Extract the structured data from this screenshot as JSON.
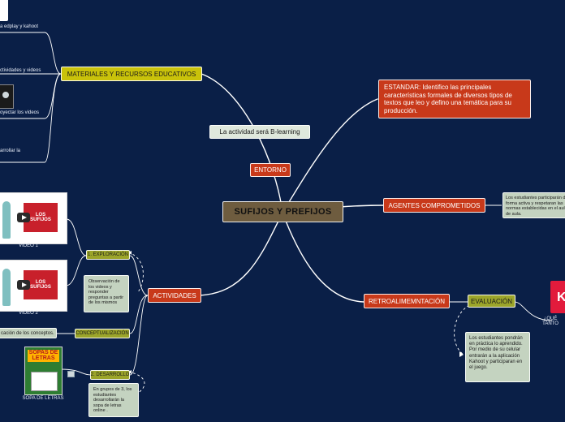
{
  "central": "SUFIJOS Y PREFIJOS",
  "nodes": {
    "materiales": "MATERIALES Y RECURSOS EDUCATIVOS",
    "actividad_blearning": "La actividad será B-learning",
    "entorno": "ENTORNO",
    "estandar": "ESTANDAR: Identifico las principales características formales de diversos tipos de textos que leo y defino una temática para su producción.",
    "agentes": "AGENTES COMPROMETIDOS",
    "agentes_note": "Los estudiantes participarán de forma activa y respetaran las normas establecidas en el aula de aula.",
    "retroalimentacion": "RETROALIMEMNTACIÓN",
    "evaluacion": "EVALUACIÓN",
    "evaluacion_note": "Los estudiantes pondrán en práctica lo aprendido. Por medio de su celular entrarán a la aplicación Kahoot y participaran en el juego.",
    "kahoot_caption": "¿QUÉ TANTO",
    "actividades": "ACTIVIDADES",
    "exploracion": "1. EXPLORACIÓN",
    "exploracion_note": "Observación de los videos y responder preguntas a partir de los mismos",
    "conceptualizacion": "CONCEPTUALIZACIÓN",
    "conceptos_leaf": "cación de los conceptos.",
    "desarrollo": "2. DESARROLLO",
    "desarrollo_note": "En grupos de 3, los estudiantes desarrollarán la sopa de letras online .",
    "video1": "VIDEO 1",
    "video2": "VIDEO 2",
    "sopa": "SOPA DE LETRAS",
    "sopa_title": "SOPAS DE LETRAS",
    "video_thumb_label": "LOS SUFIJOS"
  },
  "leaves": {
    "edplay": "a edplay y kahoot",
    "actividades_videos": "ctividades y videos",
    "proyectar": "oyectar los videos",
    "desarrollar": "arrollar la"
  },
  "colors": {
    "background": "#0a1f47",
    "central": "#6e5c3f",
    "red": "#c8391a",
    "yellow": "#c9c20a",
    "olive": "#9ca52a",
    "note": "#c4d3c0"
  }
}
